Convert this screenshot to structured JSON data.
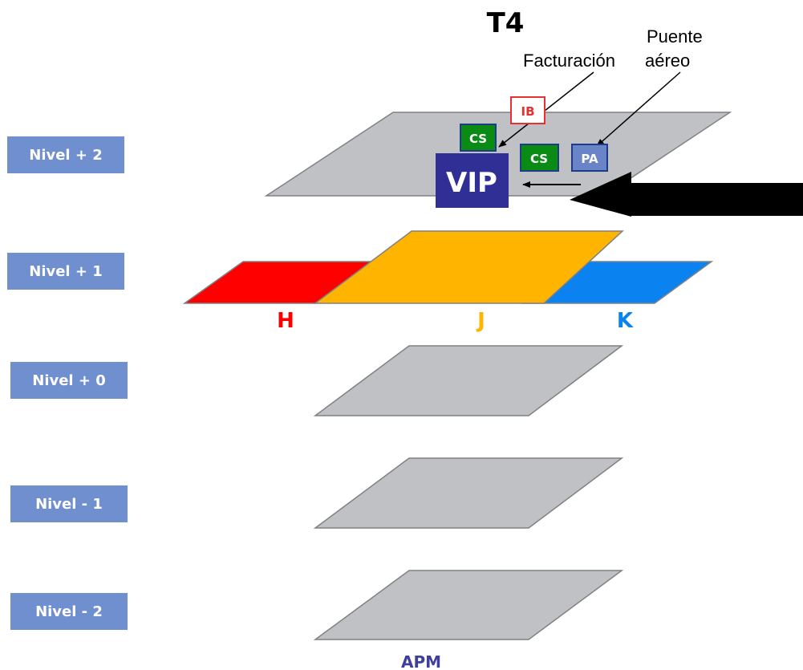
{
  "title": "T4",
  "levels": [
    {
      "label": "Nivel + 2"
    },
    {
      "label": "Nivel + 1"
    },
    {
      "label": "Nivel + 0"
    },
    {
      "label": "Nivel - 1"
    },
    {
      "label": "Nivel - 2"
    }
  ],
  "callouts": {
    "checkin": "Facturación",
    "bridge_line1": "Puente",
    "bridge_line2": "aéreo"
  },
  "boxes": {
    "ib": "IB",
    "cs_left": "CS",
    "cs_right": "CS",
    "pa": "PA",
    "vip": "VIP"
  },
  "modules": {
    "h": "H",
    "j": "J",
    "k": "K"
  },
  "apm": "APM",
  "colors": {
    "level_label_bg": "#6f8fcf",
    "floor_gray": "#bfc1c4",
    "module_h": "#ff0000",
    "module_j": "#ffb400",
    "module_k": "#0a82f0",
    "vip_box": "#2f2f96",
    "cs_box": "#0a8c14",
    "pa_box": "#6a84c8",
    "ib_border": "#e83030",
    "apm_text": "#3f3f9c"
  }
}
